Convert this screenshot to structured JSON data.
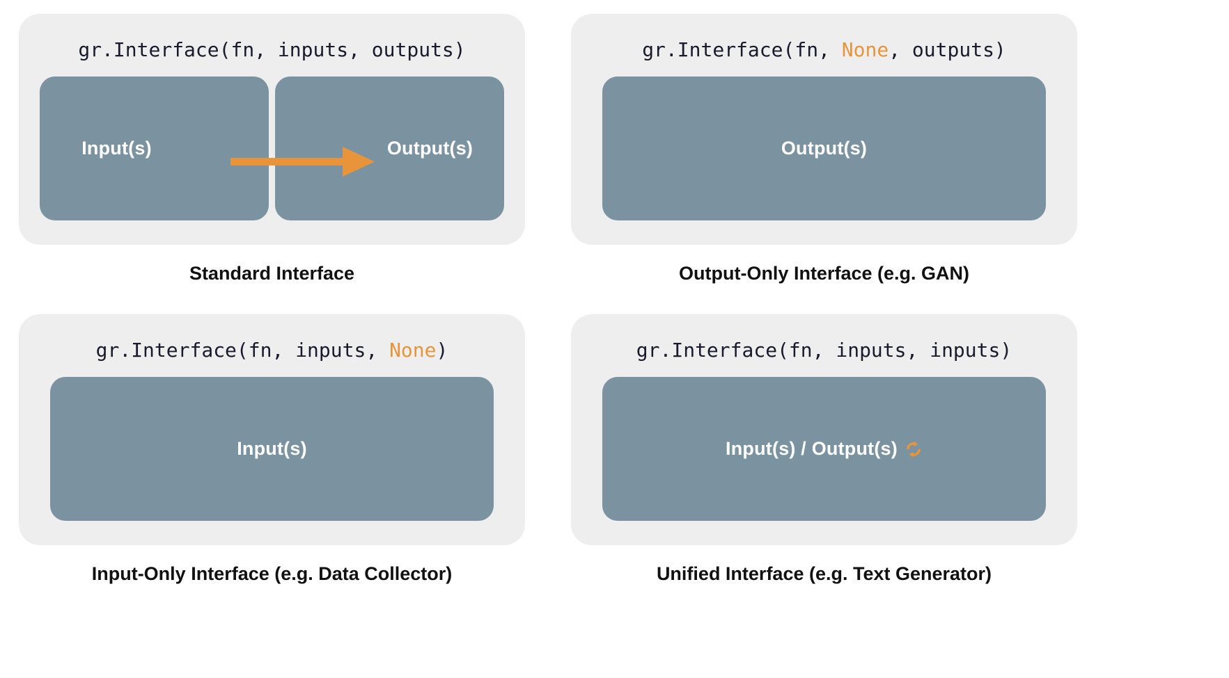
{
  "colors": {
    "background": "#ffffff",
    "panel_background": "#eeeeee",
    "box_fill": "#7b93a0",
    "accent_orange": "#e8943a",
    "code_text": "#1a1a2e",
    "box_label_text": "#ffffff",
    "caption_text": "#111111"
  },
  "panels": {
    "standard": {
      "code": {
        "prefix": "gr.Interface(fn, inputs, outputs)",
        "segments": [
          {
            "text": "gr.Interface(fn, inputs, outputs)",
            "highlight": false
          }
        ]
      },
      "code_part_1": "gr.Interface(fn, inputs, outputs)",
      "input_box_label": "Input(s)",
      "output_box_label": "Output(s)",
      "arrow": "flow-arrow-right",
      "caption": "Standard Interface"
    },
    "output_only": {
      "code_part_1": "gr.Interface(fn, ",
      "code_part_2": "None",
      "code_part_3": ", outputs)",
      "box_label": "Output(s)",
      "caption": "Output-Only Interface (e.g. GAN)"
    },
    "input_only": {
      "code_part_1": "gr.Interface(fn, inputs, ",
      "code_part_2": "None",
      "code_part_3": ")",
      "box_label": "Input(s)",
      "caption": "Input-Only Interface (e.g. Data Collector)"
    },
    "unified": {
      "code_part_1": "gr.Interface(fn, inputs, inputs)",
      "box_label": "Input(s) / Output(s)",
      "icon": "refresh-loop-icon",
      "caption": "Unified Interface (e.g. Text Generator)"
    }
  }
}
